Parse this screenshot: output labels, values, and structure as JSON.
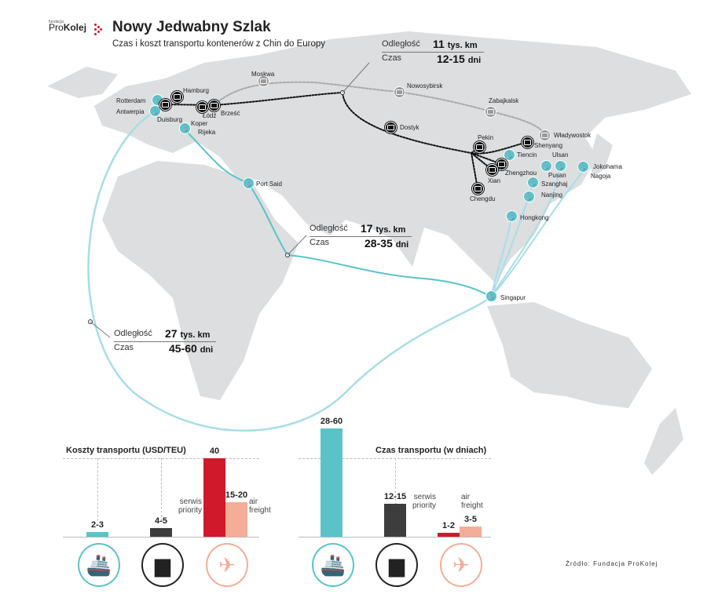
{
  "header": {
    "logo_small": "fundacja",
    "logo_pro": "Pro",
    "logo_kolej": "Kolej",
    "title": "Nowy Jedwabny Szlak",
    "subtitle": "Czas i koszt transportu kontenerów z Chin do Europy"
  },
  "colors": {
    "sea": "#5bc3c8",
    "rail": "#111111",
    "rail_grey": "#9a9a9a",
    "priority": "#d0192a",
    "air": "#f4ad97",
    "train_bar": "#3d3d3d",
    "land": "#dcdee0"
  },
  "cities": {
    "rotterdam": "Rotterdam",
    "antwerpia": "Antwerpia",
    "hamburg": "Hamburg",
    "duisburg": "Duisburg",
    "lodz": "Łódź",
    "brzesc": "Brześć",
    "koper": "Koper",
    "rijeka": "Rijeka",
    "moskwa": "Moskwa",
    "nowosybirsk": "Nowosybirsk",
    "zabajkalsk": "Zabajkalsk",
    "wladywostok": "Władywostok",
    "dostyk": "Dostyk",
    "pekin": "Pekin",
    "shenyang": "Shenyang",
    "tiencin": "Tiencin",
    "zhengzhou": "Zhengzhou",
    "xian": "Xian",
    "chengdu": "Chengdu",
    "ulsan": "Ulsan",
    "jokohama": "Jokohama",
    "nagoja": "Nagoja",
    "pusan": "Pusan",
    "szanghaj": "Szanghaj",
    "nanjing": "Nanjing",
    "hongkong": "Hongkong",
    "singapur": "Singapur",
    "port_said": "Port Said"
  },
  "routes": {
    "rail": {
      "distance_label": "Odległość",
      "distance": "11",
      "distance_unit": "tys. km",
      "time_label": "Czas",
      "time": "12-15",
      "time_unit": "dni"
    },
    "suez": {
      "distance_label": "Odległość",
      "distance": "17",
      "distance_unit": "tys. km",
      "time_label": "Czas",
      "time": "28-35",
      "time_unit": "dni"
    },
    "cape": {
      "distance_label": "Odległość",
      "distance": "27",
      "distance_unit": "tys. km",
      "time_label": "Czas",
      "time": "45-60",
      "time_unit": "dni"
    }
  },
  "chart_data": [
    {
      "type": "bar",
      "title": "Koszty transportu (USD/TEU)",
      "categories": [
        "statek",
        "kolej",
        "serwis priority",
        "air freight"
      ],
      "labels": [
        "2-3",
        "4-5",
        "40",
        "15-20"
      ],
      "values": [
        2.5,
        4.5,
        40,
        17.5
      ],
      "ylim": [
        0,
        40
      ],
      "notes": [
        "serwis\npriority",
        "air\nfreight"
      ]
    },
    {
      "type": "bar",
      "title": "Czas transportu (w dniach)",
      "categories": [
        "statek",
        "kolej",
        "serwis priority",
        "air freight"
      ],
      "labels": [
        "28-60",
        "12-15",
        "1-2",
        "3-5"
      ],
      "values": [
        44,
        13.5,
        1.5,
        4
      ],
      "ylim": [
        0,
        44
      ],
      "notes": [
        "serwis\npriority",
        "air\nfreight"
      ]
    }
  ],
  "footer": {
    "source": "Źródło: Fundacja ProKolej"
  }
}
